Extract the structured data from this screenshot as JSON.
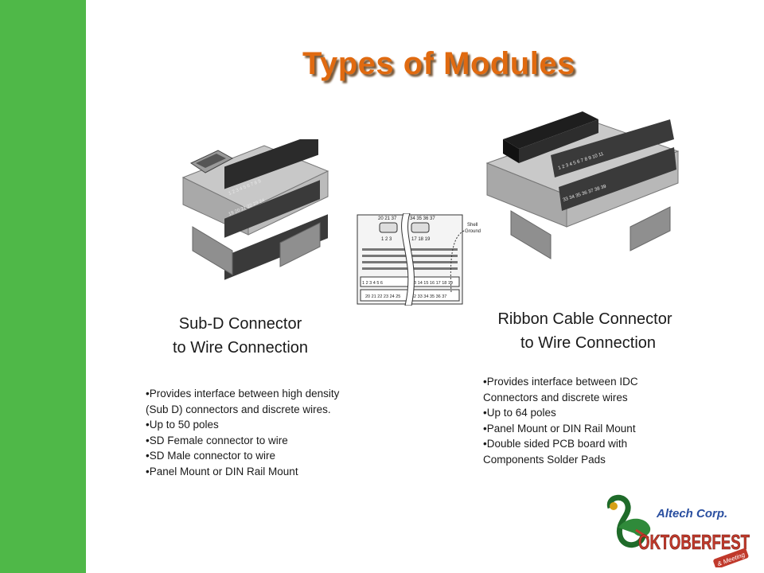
{
  "slide": {
    "title": "Types of Modules",
    "accent_color": "#4fb848",
    "title_color": "#e06a10"
  },
  "left_module": {
    "heading_line1": "Sub-D Connector",
    "heading_line2": "to Wire Connection",
    "bullets": [
      "Provides interface between high density",
      "(Sub D) connectors and discrete wires.",
      "Up to 50 poles",
      "SD Female connector to wire",
      "SD Male connector to wire",
      "Panel Mount or DIN Rail Mount"
    ]
  },
  "right_module": {
    "heading_line1": "Ribbon Cable Connector",
    "heading_line2": "to Wire Connection",
    "bullets": [
      "Provides interface between IDC",
      "Connectors and discrete wires",
      "Up to 64 poles",
      "Panel Mount or DIN Rail Mount",
      "Double sided PCB board  with",
      "Components Solder Pads"
    ]
  },
  "diagram": {
    "top_left_pins": "20 21 37",
    "top_right_pins": "34 35 36 37",
    "mid_left_pins": "1  2  3",
    "mid_right_pins": "17 18 19",
    "callout_line1": "Shell",
    "callout_line2": "Ground",
    "row1_left": "1  2  3  4  5  6",
    "row1_right": "13 14 15 16 17 18 19",
    "row2_left": "20 21 22 23 24 25",
    "row2_right": "32 33 34 35 36 37"
  },
  "logo": {
    "brand": "Altech Corp.",
    "event": "OKTOBERFEST",
    "tagline": "& Meeting"
  }
}
